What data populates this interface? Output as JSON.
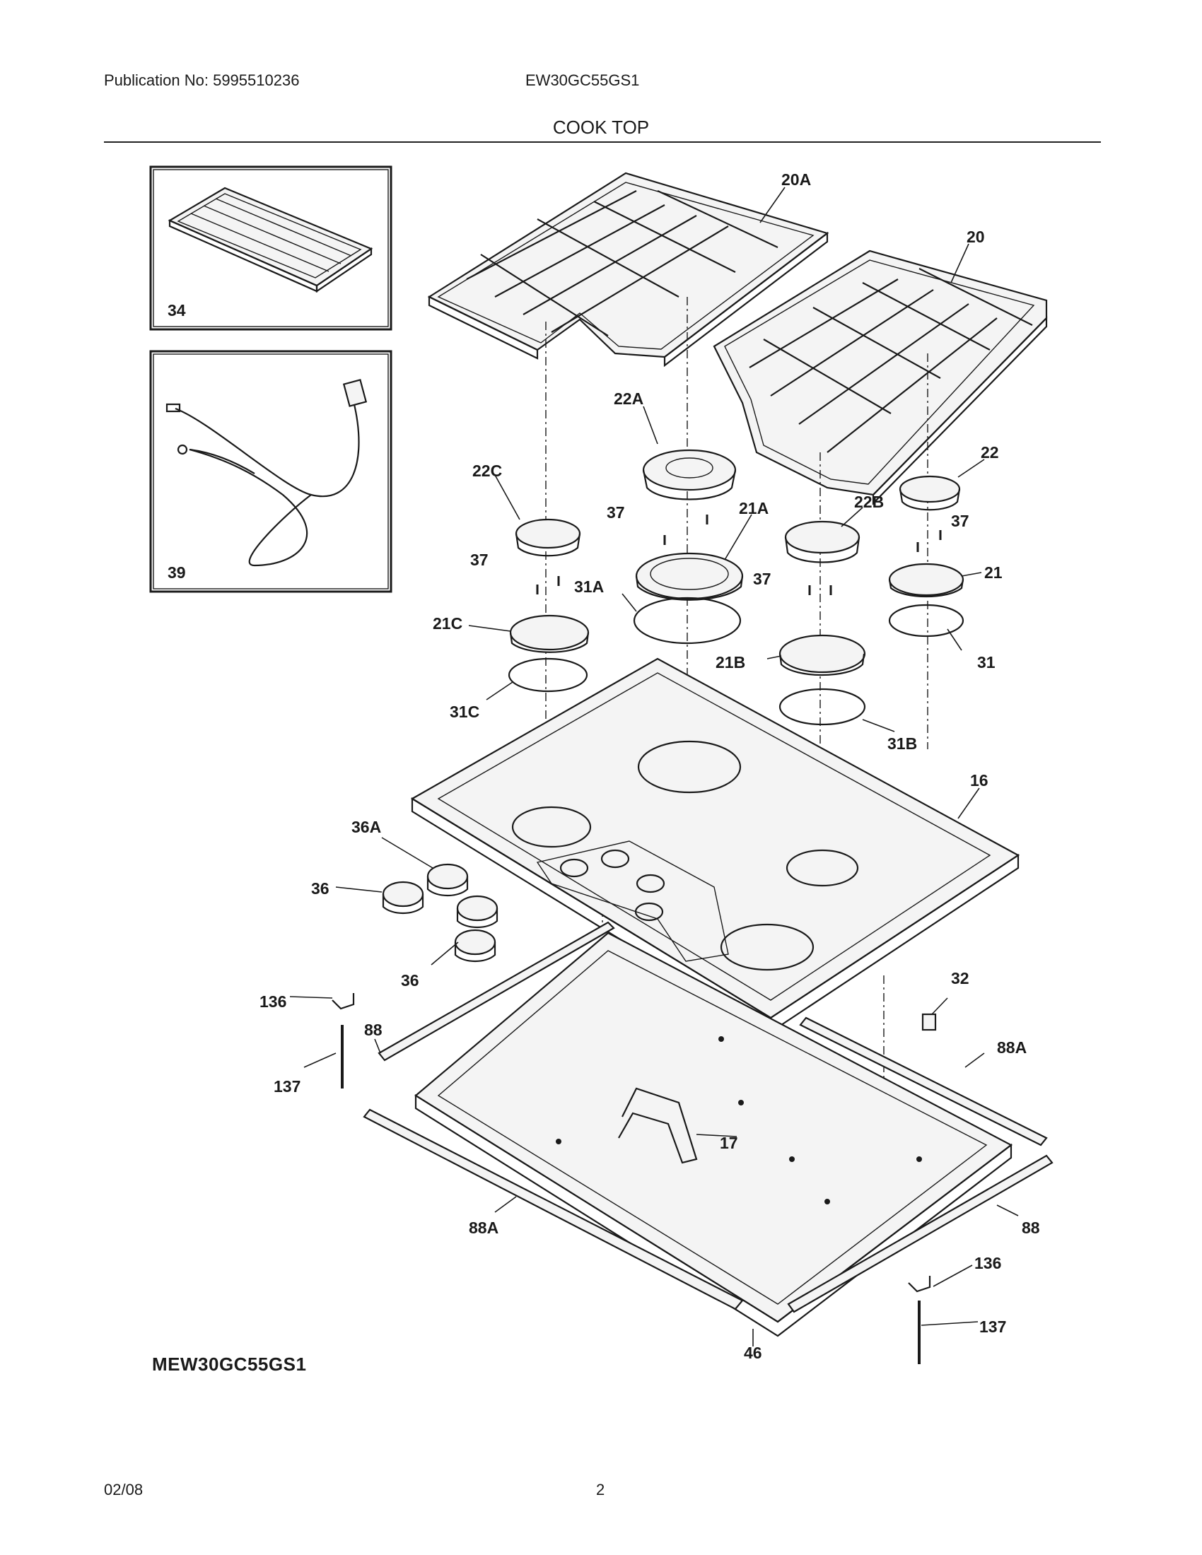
{
  "header": {
    "publication": "Publication No: 5995510236",
    "model": "EW30GC55GS1",
    "section_title": "COOK TOP"
  },
  "footer": {
    "model_code": "MEW30GC55GS1",
    "date": "02/08",
    "page_number": "2"
  },
  "part_labels": {
    "p20A": "20A",
    "p20": "20",
    "p22A": "22A",
    "p22C": "22C",
    "p22B": "22B",
    "p22": "22",
    "p37a": "37",
    "p37b": "37",
    "p37c": "37",
    "p37d": "37",
    "p21A": "21A",
    "p21": "21",
    "p21C": "21C",
    "p21B": "21B",
    "p31A": "31A",
    "p31": "31",
    "p31C": "31C",
    "p31B": "31B",
    "p16": "16",
    "p36A": "36A",
    "p36a": "36",
    "p36b": "36",
    "p136a": "136",
    "p136b": "136",
    "p137a": "137",
    "p137b": "137",
    "p88a": "88",
    "p88b": "88",
    "p88Aa": "88A",
    "p88Ab": "88A",
    "p32": "32",
    "p17": "17",
    "p46": "46",
    "p34": "34",
    "p39": "39"
  },
  "inset_panels": [
    {
      "id": "34",
      "depicts": "griddle-plate"
    },
    {
      "id": "39",
      "depicts": "power-cord"
    }
  ]
}
